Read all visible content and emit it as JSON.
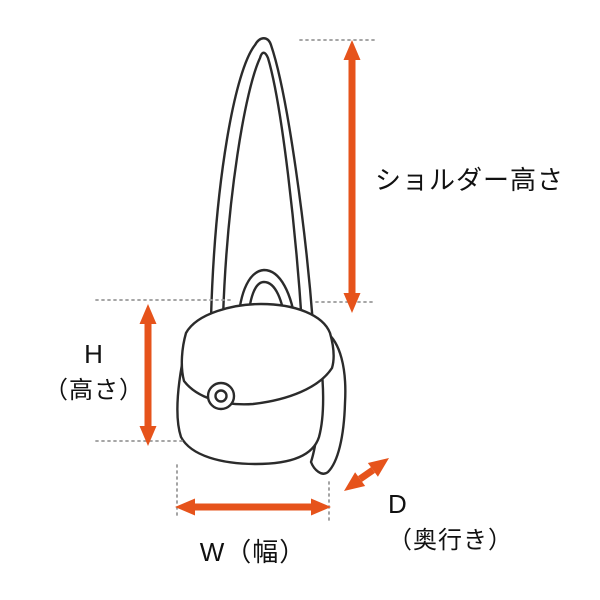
{
  "diagram": {
    "type": "bag-measurement-diagram",
    "labels": {
      "shoulder_height": "ショルダー高さ",
      "height_letter": "H",
      "height_sub": "（高さ）",
      "width": "W（幅）",
      "depth_letter": "D",
      "depth_sub": "（奥行き）"
    },
    "colors": {
      "arrow": "#e6531b",
      "outline": "#2b2b2b",
      "dotted": "#9a9a9a",
      "background": "#ffffff"
    }
  }
}
